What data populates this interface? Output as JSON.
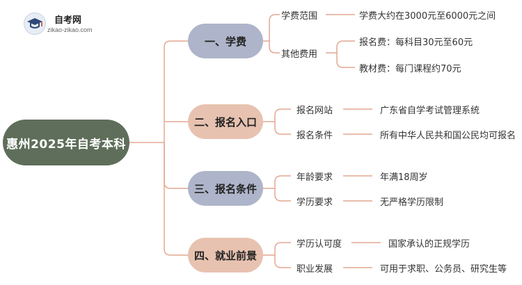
{
  "logo": {
    "title": "自考网",
    "url": "zikao-zikao.com"
  },
  "root": {
    "label": "惠州2025年自考本科"
  },
  "branches": [
    {
      "label": "一、学费",
      "items": [
        {
          "key": "学费范围",
          "values": [
            "学费大约在3000元至6000元之间"
          ]
        },
        {
          "key": "其他费用",
          "values": [
            "报名费：每科目30元至60元",
            "教材费：每门课程约70元"
          ]
        }
      ]
    },
    {
      "label": "二、报名入口",
      "items": [
        {
          "key": "报名网站",
          "values": [
            "广东省自学考试管理系统"
          ]
        },
        {
          "key": "报名条件",
          "values": [
            "所有中华人民共和国公民均可报名"
          ]
        }
      ]
    },
    {
      "label": "三、报名条件",
      "items": [
        {
          "key": "年龄要求",
          "values": [
            "年满18周岁"
          ]
        },
        {
          "key": "学历要求",
          "values": [
            "无严格学历限制"
          ]
        }
      ]
    },
    {
      "label": "四、就业前景",
      "items": [
        {
          "key": "学历认可度",
          "values": [
            "国家承认的正规学历"
          ]
        },
        {
          "key": "职业发展",
          "values": [
            "可用于求职、公务员、研究生等"
          ]
        }
      ]
    }
  ],
  "colors": {
    "root": "#5f6e5a",
    "branch_blue": "#aeb4c9",
    "branch_peach": "#e8c2b0",
    "connector": "#e3a791"
  }
}
